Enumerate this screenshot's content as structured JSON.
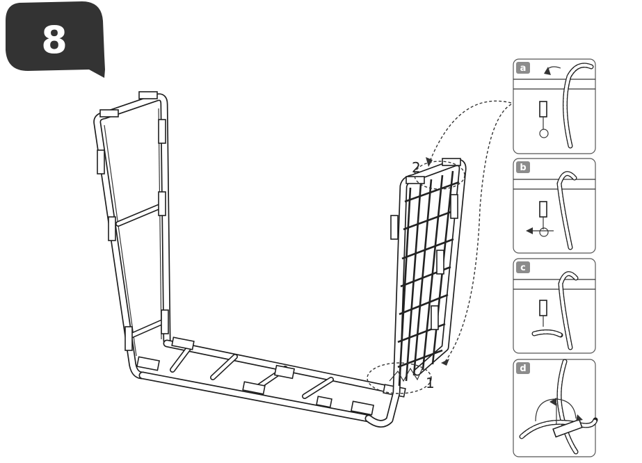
{
  "step": {
    "number": "8"
  },
  "callouts": {
    "one": "1",
    "two": "2"
  },
  "panels": [
    {
      "letter": "a"
    },
    {
      "letter": "b"
    },
    {
      "letter": "c"
    },
    {
      "letter": "d"
    }
  ],
  "colors": {
    "badge": "#333333",
    "badge_text": "#ffffff",
    "panel_badge": "#8c8c8c",
    "line": "#1e1e1e"
  }
}
